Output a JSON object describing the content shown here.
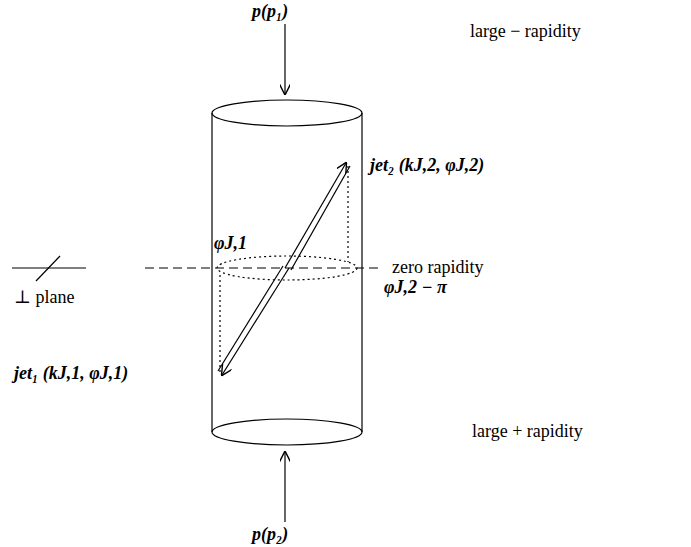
{
  "diagram": {
    "labels": [
      "p(p₁)",
      "large − rapidity",
      "jet₂ (kJ,2, φJ,2)",
      "φJ,1",
      "zero rapidity",
      "⊥ plane",
      "φJ,2 − π",
      "jet₁ (kJ,1, φJ,1)",
      "large + rapidity",
      "p(p₂)"
    ]
  }
}
